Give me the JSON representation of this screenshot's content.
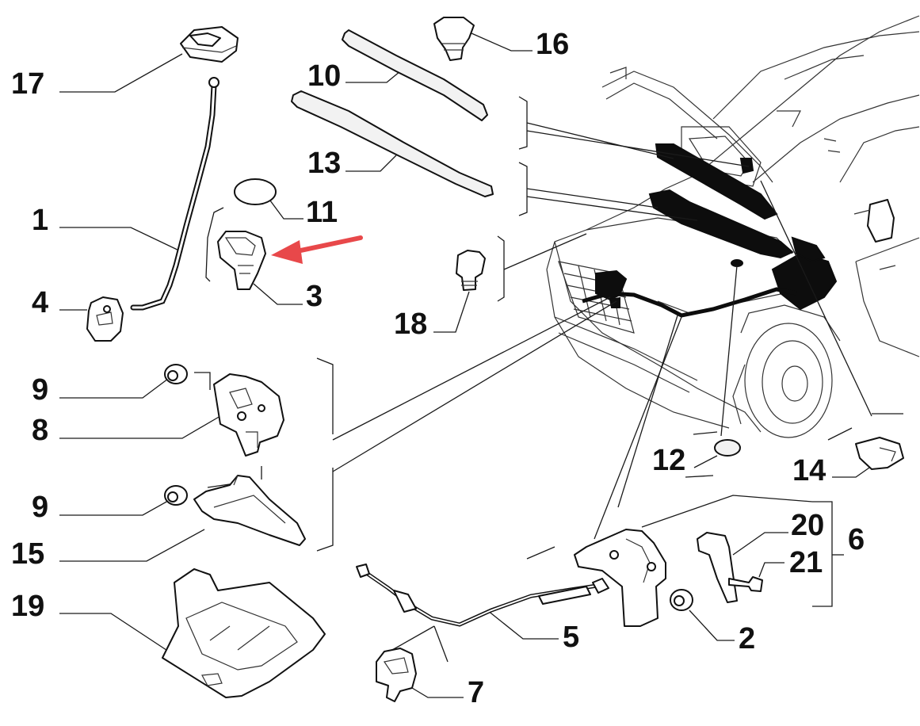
{
  "callouts": [
    {
      "id": "17",
      "text": "17"
    },
    {
      "id": "10",
      "text": "10"
    },
    {
      "id": "16",
      "text": "16"
    },
    {
      "id": "13",
      "text": "13"
    },
    {
      "id": "11",
      "text": "11"
    },
    {
      "id": "1",
      "text": "1"
    },
    {
      "id": "3",
      "text": "3"
    },
    {
      "id": "4",
      "text": "4"
    },
    {
      "id": "18",
      "text": "18"
    },
    {
      "id": "9a",
      "text": "9"
    },
    {
      "id": "8",
      "text": "8"
    },
    {
      "id": "9b",
      "text": "9"
    },
    {
      "id": "15",
      "text": "15"
    },
    {
      "id": "19",
      "text": "19"
    },
    {
      "id": "12",
      "text": "12"
    },
    {
      "id": "14",
      "text": "14"
    },
    {
      "id": "20",
      "text": "20"
    },
    {
      "id": "6",
      "text": "6"
    },
    {
      "id": "21",
      "text": "21"
    },
    {
      "id": "5",
      "text": "5"
    },
    {
      "id": "2",
      "text": "2"
    },
    {
      "id": "7",
      "text": "7"
    }
  ],
  "highlight": {
    "target": "3",
    "arrow_color": "#e8484a"
  },
  "colors": {
    "ink": "#111111",
    "background": "#ffffff"
  }
}
